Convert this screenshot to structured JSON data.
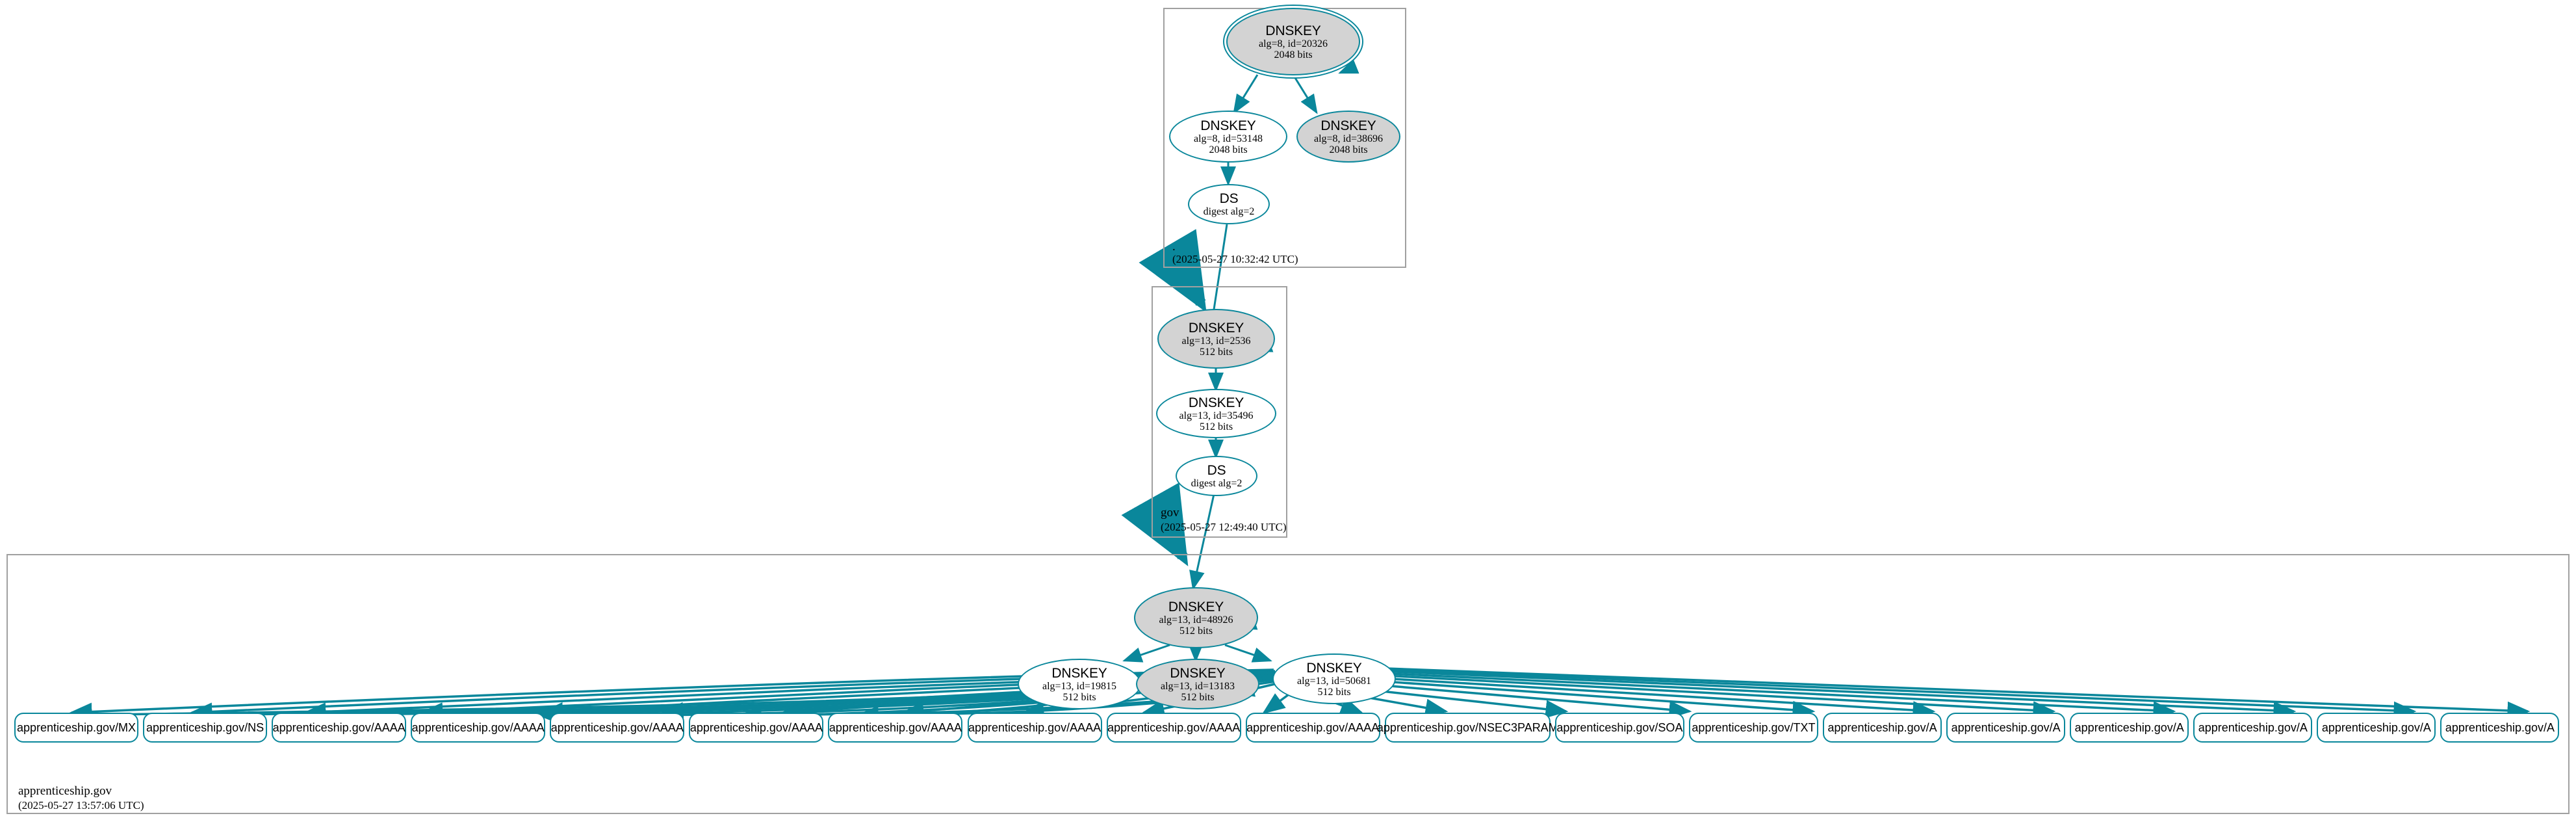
{
  "diagram": {
    "type": "dnssec-authentication-chain",
    "accent_color": "#0a879b",
    "secure_node_fill": "#d3d3d3",
    "plain_node_fill": "#ffffff",
    "zone_border_color": "#a0a0a0"
  },
  "zones": [
    {
      "id": "root",
      "name": ".",
      "timestamp": "(2025-05-27 10:32:42 UTC)",
      "nodes": [
        {
          "id": "root-ksk",
          "type": "DNSKEY",
          "line1": "DNSKEY",
          "line2": "alg=8, id=20326",
          "line3": "2048 bits",
          "shape": "ellipse-double",
          "fill": "secure",
          "self_signed": true
        },
        {
          "id": "root-zsk-53148",
          "type": "DNSKEY",
          "line1": "DNSKEY",
          "line2": "alg=8, id=53148",
          "line3": "2048 bits",
          "shape": "ellipse",
          "fill": "plain",
          "self_signed": false
        },
        {
          "id": "root-zsk-38696",
          "type": "DNSKEY",
          "line1": "DNSKEY",
          "line2": "alg=8, id=38696",
          "line3": "2048 bits",
          "shape": "ellipse",
          "fill": "secure",
          "self_signed": false
        },
        {
          "id": "root-ds",
          "type": "DS",
          "line1": "DS",
          "line2": "digest alg=2",
          "line3": "",
          "shape": "ellipse",
          "fill": "plain",
          "self_signed": false
        }
      ]
    },
    {
      "id": "gov",
      "name": "gov",
      "timestamp": "(2025-05-27 12:49:40 UTC)",
      "nodes": [
        {
          "id": "gov-ksk-2536",
          "type": "DNSKEY",
          "line1": "DNSKEY",
          "line2": "alg=13, id=2536",
          "line3": "512 bits",
          "shape": "ellipse",
          "fill": "secure",
          "self_signed": true
        },
        {
          "id": "gov-zsk-35496",
          "type": "DNSKEY",
          "line1": "DNSKEY",
          "line2": "alg=13, id=35496",
          "line3": "512 bits",
          "shape": "ellipse",
          "fill": "plain",
          "self_signed": false
        },
        {
          "id": "gov-ds",
          "type": "DS",
          "line1": "DS",
          "line2": "digest alg=2",
          "line3": "",
          "shape": "ellipse",
          "fill": "plain",
          "self_signed": false
        }
      ]
    },
    {
      "id": "apprenticeship",
      "name": "apprenticeship.gov",
      "timestamp": "(2025-05-27 13:57:06 UTC)",
      "nodes": [
        {
          "id": "app-ksk-48926",
          "type": "DNSKEY",
          "line1": "DNSKEY",
          "line2": "alg=13, id=48926",
          "line3": "512 bits",
          "shape": "ellipse",
          "fill": "secure",
          "self_signed": true
        },
        {
          "id": "app-key-19815",
          "type": "DNSKEY",
          "line1": "DNSKEY",
          "line2": "alg=13, id=19815",
          "line3": "512 bits",
          "shape": "ellipse",
          "fill": "plain",
          "self_signed": false
        },
        {
          "id": "app-key-13183",
          "type": "DNSKEY",
          "line1": "DNSKEY",
          "line2": "alg=13, id=13183",
          "line3": "512 bits",
          "shape": "ellipse",
          "fill": "secure",
          "self_signed": true
        },
        {
          "id": "app-key-50681",
          "type": "DNSKEY",
          "line1": "DNSKEY",
          "line2": "alg=13, id=50681",
          "line3": "512 bits",
          "shape": "ellipse",
          "fill": "plain",
          "self_signed": false
        }
      ]
    }
  ],
  "rrsets": [
    {
      "label": "apprenticeship.gov/MX"
    },
    {
      "label": "apprenticeship.gov/NS"
    },
    {
      "label": "apprenticeship.gov/AAAA"
    },
    {
      "label": "apprenticeship.gov/AAAA"
    },
    {
      "label": "apprenticeship.gov/AAAA"
    },
    {
      "label": "apprenticeship.gov/AAAA"
    },
    {
      "label": "apprenticeship.gov/AAAA"
    },
    {
      "label": "apprenticeship.gov/AAAA"
    },
    {
      "label": "apprenticeship.gov/AAAA"
    },
    {
      "label": "apprenticeship.gov/AAAA"
    },
    {
      "label": "apprenticeship.gov/NSEC3PARAM"
    },
    {
      "label": "apprenticeship.gov/SOA"
    },
    {
      "label": "apprenticeship.gov/TXT"
    },
    {
      "label": "apprenticeship.gov/A"
    },
    {
      "label": "apprenticeship.gov/A"
    },
    {
      "label": "apprenticeship.gov/A"
    },
    {
      "label": "apprenticeship.gov/A"
    },
    {
      "label": "apprenticeship.gov/A"
    },
    {
      "label": "apprenticeship.gov/A"
    }
  ]
}
